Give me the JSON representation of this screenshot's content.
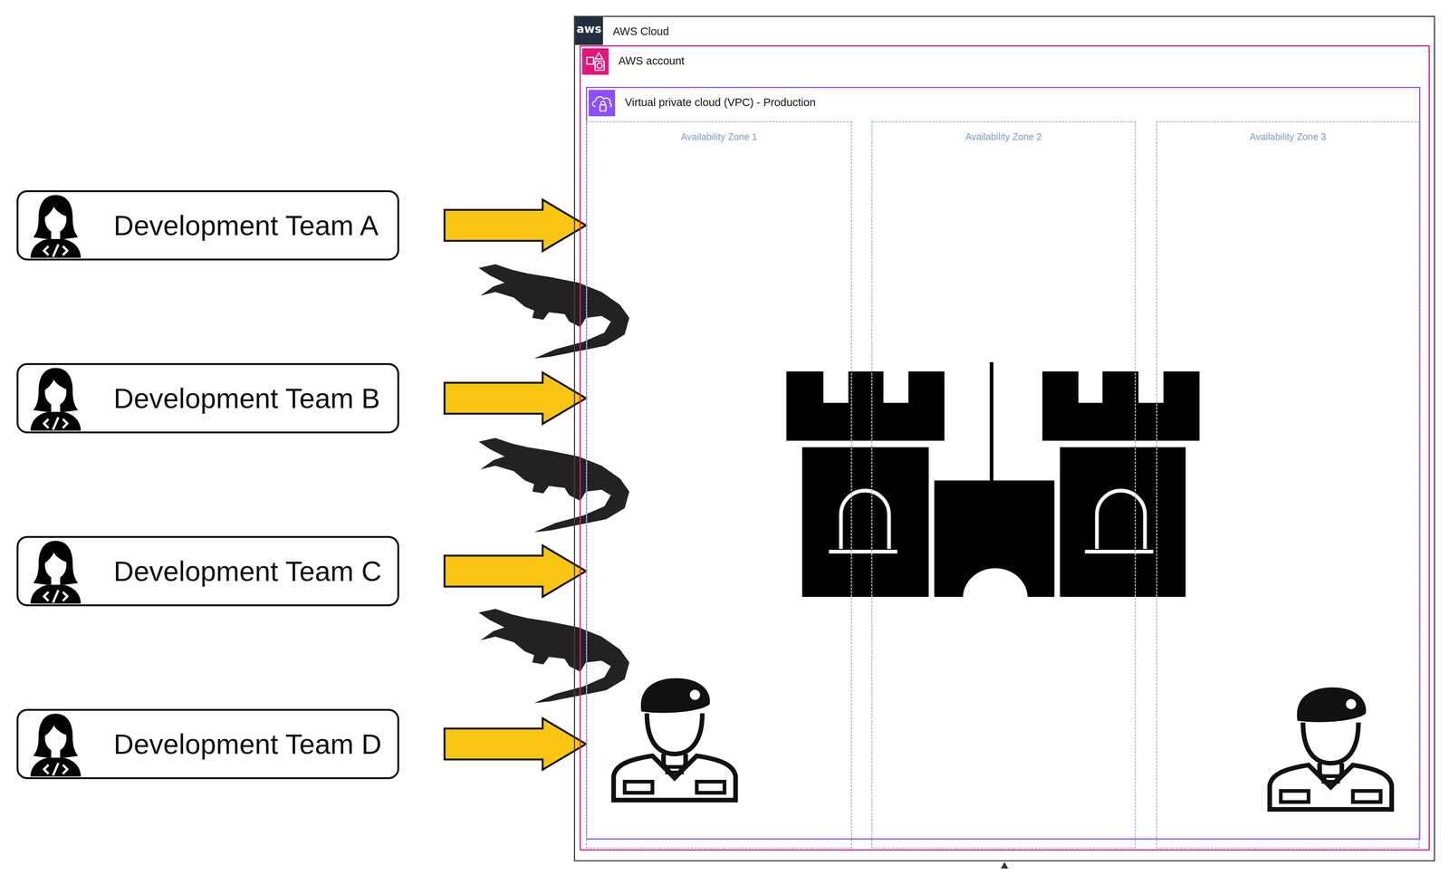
{
  "diagram": {
    "nodes": [
      {
        "text": [
          "Development Team A"
        ]
      },
      {
        "text": [
          "Development Team B"
        ]
      },
      {
        "text": [
          "Development Team C"
        ]
      },
      {
        "text": [
          "Development Team D"
        ]
      },
      {
        "text": [
          "AWS Cloud"
        ]
      },
      {
        "text": [
          "AWS account"
        ],
        "in": 4
      },
      {
        "text": [
          "Virtual private cloud (VPC) - Production"
        ],
        "in": 5
      },
      {
        "text": [
          "Availability Zone 1"
        ],
        "in": 6
      },
      {
        "text": [
          "Availability Zone 2"
        ],
        "in": 6
      },
      {
        "text": [
          "Availability Zone 3"
        ],
        "in": 6
      }
    ],
    "edges": [
      {
        "from": 0,
        "to": 6,
        "arrow": "to"
      },
      {
        "from": 1,
        "to": 6,
        "arrow": "to"
      },
      {
        "from": 2,
        "to": 6,
        "arrow": "to"
      },
      {
        "from": 3,
        "to": 6,
        "arrow": "to"
      }
    ],
    "labels": [
      "aws"
    ]
  }
}
